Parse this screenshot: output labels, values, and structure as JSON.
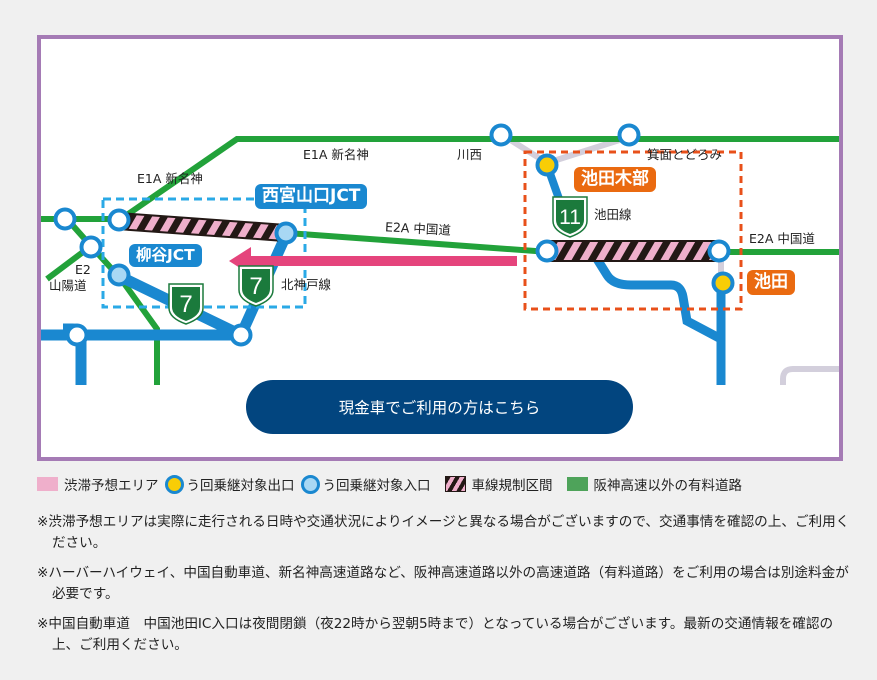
{
  "map": {
    "routes": {
      "e1a_upper": "E1A 新名神",
      "e1a_left": "E1A 新名神",
      "e2a_mid": "E2A 中国道",
      "e2a_right": "E2A 中国道",
      "e2_line1": "E2",
      "e2_line2": "山陽道",
      "kita_kobe": "北神戸線",
      "ikeda_line": "池田線"
    },
    "places": {
      "kawanishi": "川西",
      "minoh_todoromi": "箕面とどろみ"
    },
    "junctions": {
      "nishinomiya_yamaguchi": "西宮山口JCT",
      "yanagitani": "柳谷JCT"
    },
    "exits": {
      "ikeda_kibe": "池田木部",
      "ikeda": "池田"
    },
    "route_shields": {
      "kita_kobe_1": "7",
      "kita_kobe_2": "7",
      "ikeda": "11"
    },
    "colors": {
      "hanshin_route": "#1a88d0",
      "toll_road_other": "#22a23a",
      "congestion": "#efafcb",
      "detour_exit": "#f8cd06",
      "detour_entry": "#a8d8f4",
      "arrow": "#e5447c",
      "junction_area": "#2aa9e6",
      "exit_area": "#e8501a",
      "frame": "#a57bb5",
      "button": "#02457f"
    }
  },
  "cash_button": {
    "label": "現金車でご利用の方はこちら"
  },
  "legend": {
    "items": [
      {
        "icon": "congestion-swatch",
        "label": "渋滞予想エリア"
      },
      {
        "icon": "yellow-circle",
        "label": "う回乗継対象出口"
      },
      {
        "icon": "lightblue-circle",
        "label": "う回乗継対象入口"
      },
      {
        "icon": "hatch-swatch",
        "label": "車線規制区間"
      },
      {
        "icon": "green-swatch",
        "label": "阪神高速以外の有料道路"
      }
    ]
  },
  "notes": [
    "※渋滞予想エリアは実際に走行される日時や交通状況によりイメージと異なる場合がございますので、交通事情を確認の上、ご利用ください。",
    "※ハーバーハイウェイ、中国自動車道、新名神高速道路など、阪神高速道路以外の高速道路（有料道路）をご利用の場合は別途料金が必要です。",
    "※中国自動車道　中国池田IC入口は夜間閉鎖（夜22時から翌朝5時まで）となっている場合がございます。最新の交通情報を確認の上、ご利用ください。"
  ]
}
